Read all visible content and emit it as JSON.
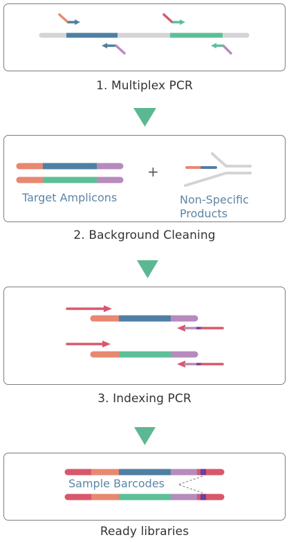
{
  "steps": [
    {
      "label": "1. Multiplex PCR"
    },
    {
      "label": "2. Background Cleaning",
      "target_label": "Target Amplicons",
      "plus": "+",
      "nonspecific_line1": "Non-Specific",
      "nonspecific_line2": "Products"
    },
    {
      "label": "3. Indexing PCR"
    },
    {
      "label": "Ready libraries",
      "barcodes_label": "Sample Barcodes"
    }
  ],
  "colors": {
    "gray": "#d4d4d6",
    "blue": "#4f7fa3",
    "green": "#5dbf97",
    "orange": "#e88870",
    "purple": "#b78bbd",
    "red": "#d9576b",
    "dark_purple": "#6b3fa0",
    "arrow": "#5cb892",
    "border": "#7c7c7c",
    "label_blue": "#5b85a6"
  }
}
